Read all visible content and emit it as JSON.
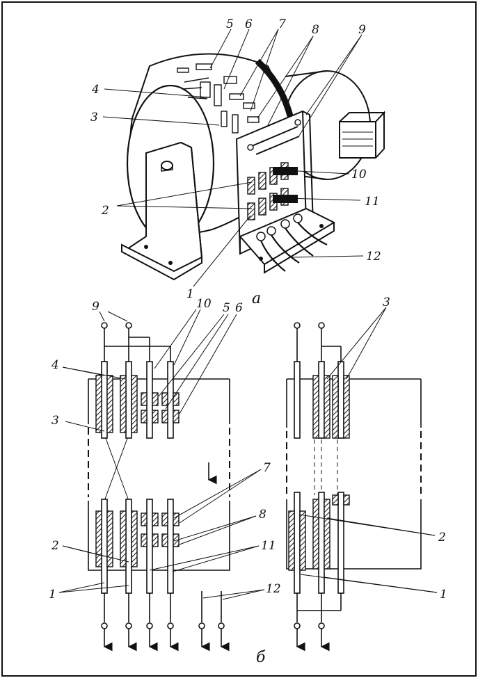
{
  "figure": {
    "part_a": {
      "caption": "а",
      "callouts": [
        "1",
        "2",
        "3",
        "4",
        "5",
        "6",
        "7",
        "8",
        "9",
        "10",
        "11",
        "12"
      ]
    },
    "part_b": {
      "caption": "б",
      "left_scheme": {
        "callouts": [
          "9",
          "10",
          "5",
          "6",
          "4",
          "3",
          "7",
          "8",
          "2",
          "11",
          "1",
          "12"
        ]
      },
      "right_scheme": {
        "callouts": [
          "3",
          "2",
          "1"
        ]
      }
    }
  },
  "palette": {
    "ink": "#111111",
    "paper": "#ffffff",
    "hatch": "#222222"
  },
  "icons": [
    "terminal-circle-icon",
    "output-arrow-icon",
    "direction-arrow-icon"
  ]
}
